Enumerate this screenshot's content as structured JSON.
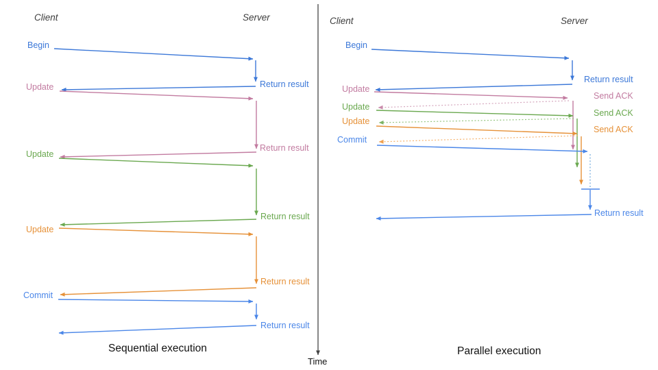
{
  "colors": {
    "blue": "#3c78d8",
    "commit_blue": "#4a86e8",
    "magenta": "#c27ba0",
    "green": "#6aa84f",
    "orange": "#e69138",
    "light_magenta": "#d5a6bd",
    "light_green": "#93c47d",
    "light_orange": "#f6b26b",
    "light_blue": "#6fa8dc",
    "time_axis": "#444444"
  },
  "time_label": "Time",
  "sequential": {
    "title": "Sequential execution",
    "headers": {
      "client": "Client",
      "server": "Server"
    },
    "requests": [
      "Begin",
      "Update",
      "Update",
      "Update",
      "Commit"
    ],
    "responses": [
      "Return result",
      "Return result",
      "Return result",
      "Return result",
      "Return result"
    ]
  },
  "parallel": {
    "title": "Parallel execution",
    "headers": {
      "client": "Client",
      "server": "Server"
    },
    "requests": [
      "Begin",
      "Update",
      "Update",
      "Update",
      "Commit"
    ],
    "responses": [
      "Return result",
      "Send ACK",
      "Send ACK",
      "Send ACK",
      "Return result"
    ]
  }
}
